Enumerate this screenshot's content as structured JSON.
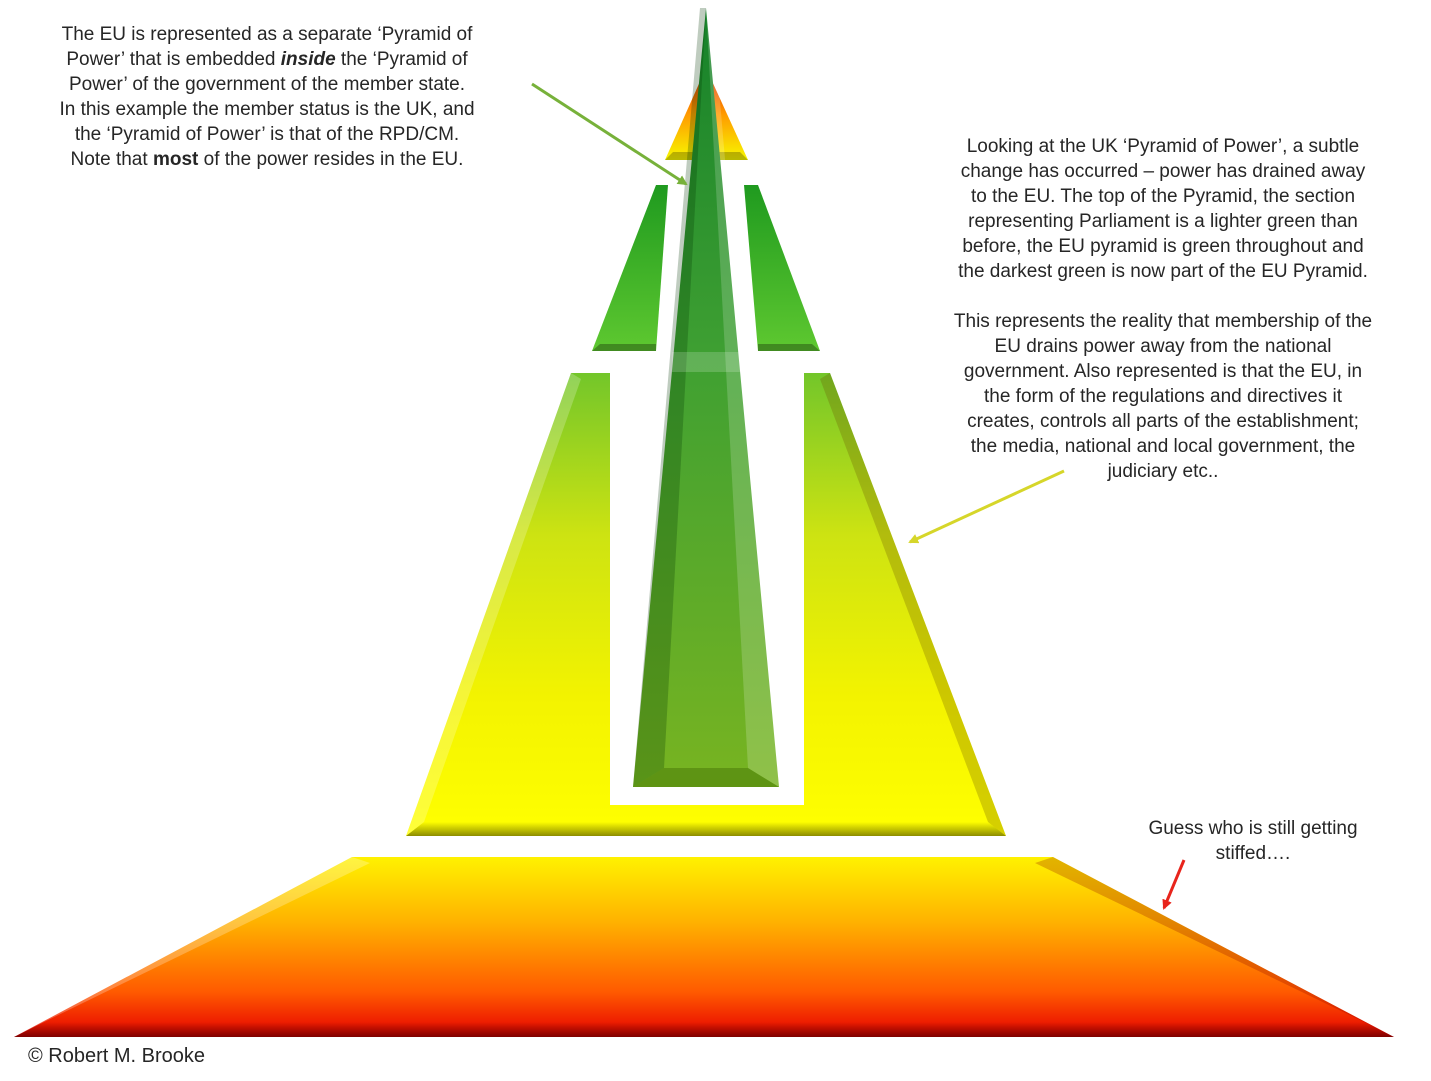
{
  "notes": {
    "left": {
      "l1": "The EU is represented as a separate ‘Pyramid of",
      "l2a": "Power’ that is embedded ",
      "l2b": "inside",
      "l2c": " the ‘Pyramid of",
      "l3": "Power’ of the government of the member state.",
      "l4": "In this example the member status is the UK, and",
      "l5": "the ‘Pyramid of Power’ is that of the RPD/CM.",
      "l6a": "Note that ",
      "l6b": "most",
      "l6c": " of the power resides in the EU."
    },
    "right": {
      "p1": [
        "Looking at the UK ‘Pyramid of Power’, a subtle",
        "change has occurred – power has drained away",
        "to the EU.  The top of the Pyramid, the section",
        "representing Parliament is a lighter green than",
        "before, the EU pyramid is green throughout and",
        "the darkest green is now part of the EU Pyramid."
      ],
      "p2": [
        "This represents the reality that membership of the",
        "EU drains power away from the national",
        "government.  Also represented is that the EU, in",
        "the form of the regulations and directives it",
        "creates, controls all parts of the establishment;",
        "the media, national and local government, the",
        "judiciary  etc.."
      ]
    },
    "bottom": {
      "l1": "Guess who is still getting",
      "l2": "stiffed…."
    }
  },
  "copyright": "© Robert M. Brooke",
  "colors": {
    "arrow_green": "#77b13a",
    "arrow_yellow": "#d6d62a",
    "arrow_red": "#e8241c",
    "text": "#262626"
  }
}
